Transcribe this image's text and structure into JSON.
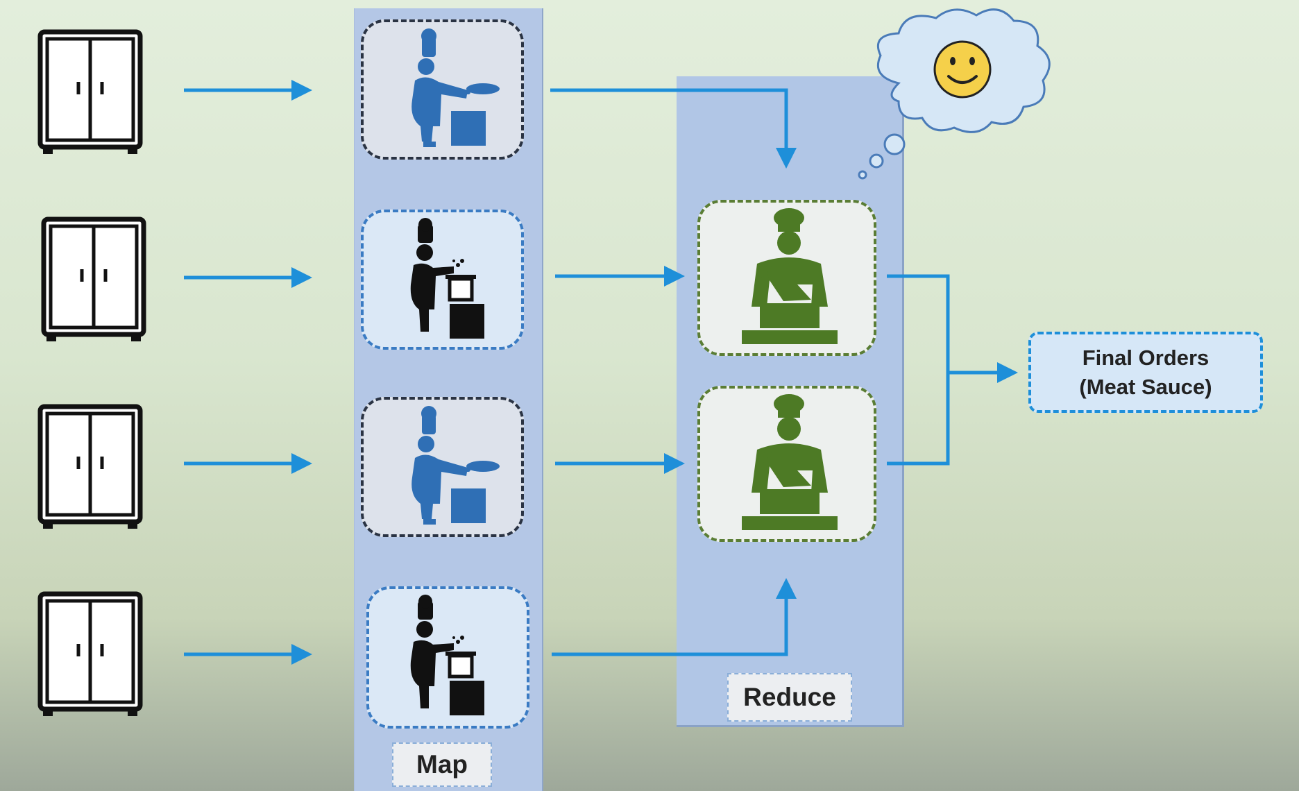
{
  "labels": {
    "map": "Map",
    "reduce": "Reduce",
    "final_line1": "Final Orders",
    "final_line2": "(Meat Sauce)"
  },
  "icons": {
    "storage": "cabinet-icon",
    "mapper_a": "chef-flipping-pan-icon",
    "mapper_b": "cook-at-stove-icon",
    "reducer": "chef-stirring-pot-icon",
    "thought": "smiley-cloud-icon"
  },
  "colors": {
    "arrow": "#1e8fd9",
    "map_column": "#b4c7e6",
    "reduce_column": "#b1c6e6",
    "mapper_blue": "#2f6fb5",
    "reducer_green": "#4d7a25",
    "smiley": "#f5d04a"
  }
}
